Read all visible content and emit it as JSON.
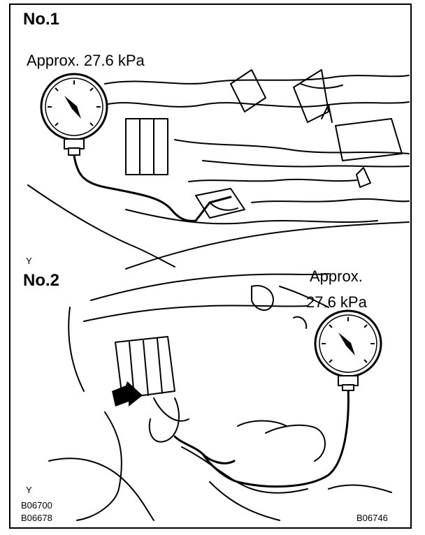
{
  "panels": [
    {
      "label": "No.1",
      "annotation": "Approx. 27.6 kPa",
      "marker": "Y"
    },
    {
      "label": "No.2",
      "annotation_line1": "Approx.",
      "annotation_line2": "27.6 kPa",
      "marker": "Y"
    }
  ],
  "codes": {
    "left_1": "B06700",
    "left_2": "B06678",
    "right": "B06746"
  },
  "colors": {
    "ink": "#000000",
    "paper": "#ffffff"
  }
}
